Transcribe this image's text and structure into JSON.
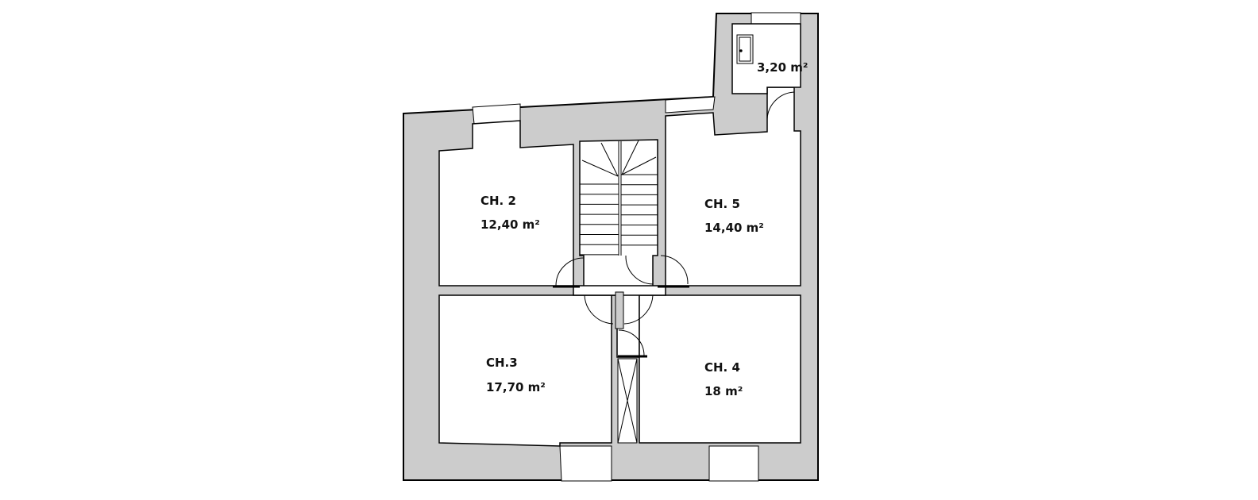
{
  "colors": {
    "wall": "#cccccc",
    "line": "#000000",
    "room": "#ffffff"
  },
  "rooms": [
    {
      "name": "CH. 2",
      "area": "12,40 m²"
    },
    {
      "name": "CH. 5",
      "area": "14,40 m²"
    },
    {
      "name": "CH.3",
      "area": "17,70 m²"
    },
    {
      "name": "CH. 4",
      "area": "18 m²"
    },
    {
      "name": "",
      "area": "3,20 m²"
    }
  ]
}
